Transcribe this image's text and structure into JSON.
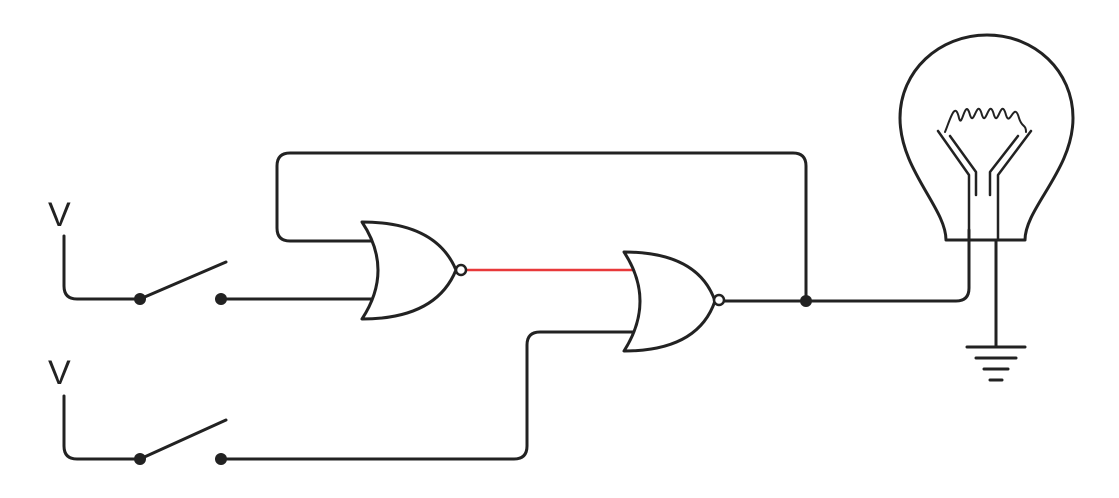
{
  "labels": {
    "switch_a_voltage": "V",
    "switch_b_voltage": "V"
  },
  "colors": {
    "wire": "#222222",
    "highlight_wire": "#e8393a",
    "background": "#ffffff"
  },
  "components": {
    "switches": [
      "switch-a",
      "switch-b"
    ],
    "gates": [
      "nor-gate-1",
      "nor-gate-2"
    ],
    "output": "light-bulb",
    "reference": "ground"
  }
}
